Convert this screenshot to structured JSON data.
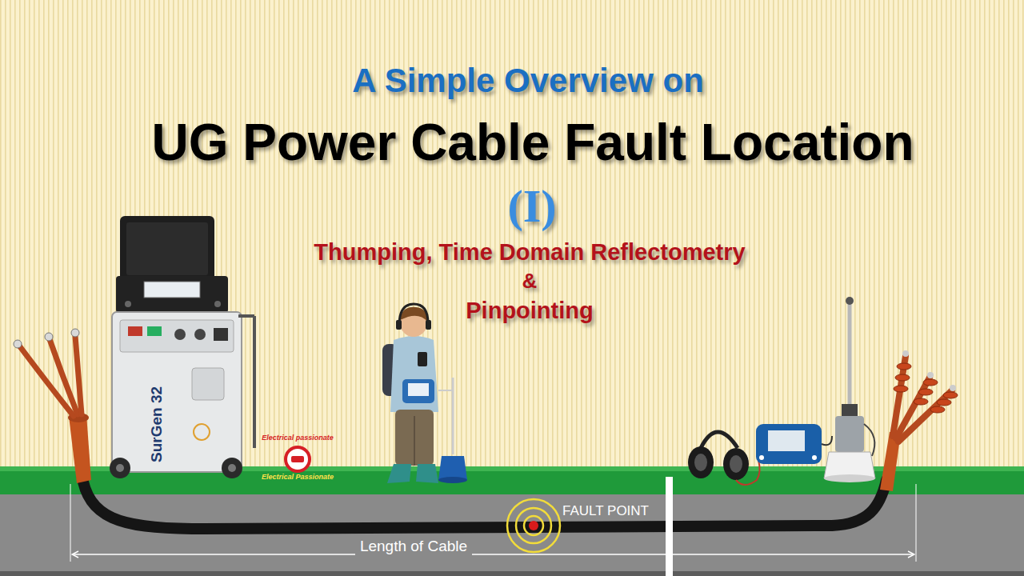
{
  "diagram": {
    "title": "UG Power Cable Fault Location",
    "labels": [
      "A Simple Overview on",
      "(I)",
      "Thumping, Time Domain Reflectometry",
      "&",
      "Pinpointing",
      "SurGen 32",
      "Electrical passionate",
      "Electrical Passionate",
      "FAULT POINT",
      "Length of Cable"
    ]
  }
}
